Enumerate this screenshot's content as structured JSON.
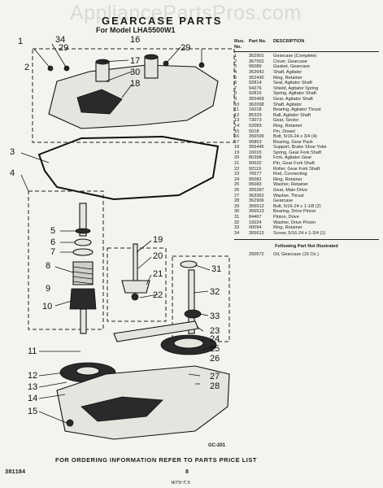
{
  "watermark": "AppliancePartsPros.com",
  "title": "GEARCASE PARTS",
  "subtitle": "For Model LHA5500W1",
  "columns": {
    "no": "Illus. No.",
    "part": "Part No.",
    "desc": "DESCRIPTION"
  },
  "parts": [
    {
      "no": "1",
      "part": "362901",
      "desc": "Gearcase (Complete)"
    },
    {
      "no": "2",
      "part": "367552",
      "desc": "Cover, Gearcase"
    },
    {
      "no": "3",
      "part": "95089",
      "desc": "Gasket, Gearcase"
    },
    {
      "no": "4",
      "part": "362642",
      "desc": "Shaft, Agitator"
    },
    {
      "no": "5",
      "part": "352430",
      "desc": "Ring, Retainer"
    },
    {
      "no": "6",
      "part": "92814",
      "desc": "Seal, Agitator Shaft"
    },
    {
      "no": "7",
      "part": "94276",
      "desc": "Shield, Agitator Spring"
    },
    {
      "no": "8",
      "part": "92815",
      "desc": "Spring, Agitator Shaft"
    },
    {
      "no": "9",
      "part": "355469",
      "desc": "Gear, Agitator Shaft"
    },
    {
      "no": "10",
      "part": "362098",
      "desc": "Shaft, Agitator"
    },
    {
      "no": "11",
      "part": "16018",
      "desc": "Bearing, Agitator Thrust"
    },
    {
      "no": "12",
      "part": "85329",
      "desc": "Ball, Agitator Shaft"
    },
    {
      "no": "13",
      "part": "73073",
      "desc": "Gear, Sector"
    },
    {
      "no": "14",
      "part": "52083",
      "desc": "Ring, Retainer"
    },
    {
      "no": "15",
      "part": "5018",
      "desc": "Pin, Dowel"
    },
    {
      "no": "16",
      "part": "356599",
      "desc": "Bolt, 5/16-24 x 3/4 (4)"
    },
    {
      "no": "17",
      "part": "96853",
      "desc": "Bearing, Gear Pack"
    },
    {
      "no": "18",
      "part": "356445",
      "desc": "Support, Brake Shoe Yoke"
    },
    {
      "no": "19",
      "part": "16015",
      "desc": "Spring, Gear Fork Shaft"
    },
    {
      "no": "20",
      "part": "80398",
      "desc": "Fork, Agitator Gear"
    },
    {
      "no": "21",
      "part": "90532",
      "desc": "Pin, Gear Fork Shaft"
    },
    {
      "no": "22",
      "part": "92119",
      "desc": "Roller, Gear Fork Shaft"
    },
    {
      "no": "23",
      "part": "76577",
      "desc": "Rod, Connecting"
    },
    {
      "no": "24",
      "part": "95082",
      "desc": "Ring, Retainer"
    },
    {
      "no": "25",
      "part": "95083",
      "desc": "Washer, Retainer"
    },
    {
      "no": "26",
      "part": "355397",
      "desc": "Gear, Main Drive"
    },
    {
      "no": "27",
      "part": "363362",
      "desc": "Washer, Thrust"
    },
    {
      "no": "28",
      "part": "362906",
      "desc": "Gearcase"
    },
    {
      "no": "29",
      "part": "356512",
      "desc": "Bolt, 5/16-24 x 1-1/8 (2)"
    },
    {
      "no": "30",
      "part": "356513",
      "desc": "Bearing, Drive Pinion"
    },
    {
      "no": "31",
      "part": "84467",
      "desc": "Pinion, Drive"
    },
    {
      "no": "32",
      "part": "16024",
      "desc": "Washer, Drive Pinion"
    },
    {
      "no": "33",
      "part": "90094",
      "desc": "Ring, Retainer"
    },
    {
      "no": "34",
      "part": "355613",
      "desc": "Screw, 5/16-24 x 1-3/4 (1)"
    }
  ],
  "not_illustrated_header": "Following Part Not Illustrated",
  "not_illustrated": [
    {
      "no": "",
      "part": "250572",
      "desc": "Oil, Gearcase (15 Oz.)"
    }
  ],
  "callouts": [
    "1",
    "2",
    "3",
    "4",
    "5",
    "6",
    "7",
    "8",
    "9",
    "10",
    "11",
    "12",
    "13",
    "14",
    "15",
    "16",
    "17",
    "18",
    "19",
    "20",
    "21",
    "22",
    "23",
    "24",
    "25",
    "26",
    "27",
    "28",
    "29",
    "30",
    "31",
    "32",
    "33",
    "34"
  ],
  "diagram_code": "GC-201",
  "footer": "FOR ORDERING INFORMATION REFER TO PARTS PRICE LIST",
  "doc_number": "381184",
  "page_number": "8",
  "handwritten_note": "wrs-r.x"
}
